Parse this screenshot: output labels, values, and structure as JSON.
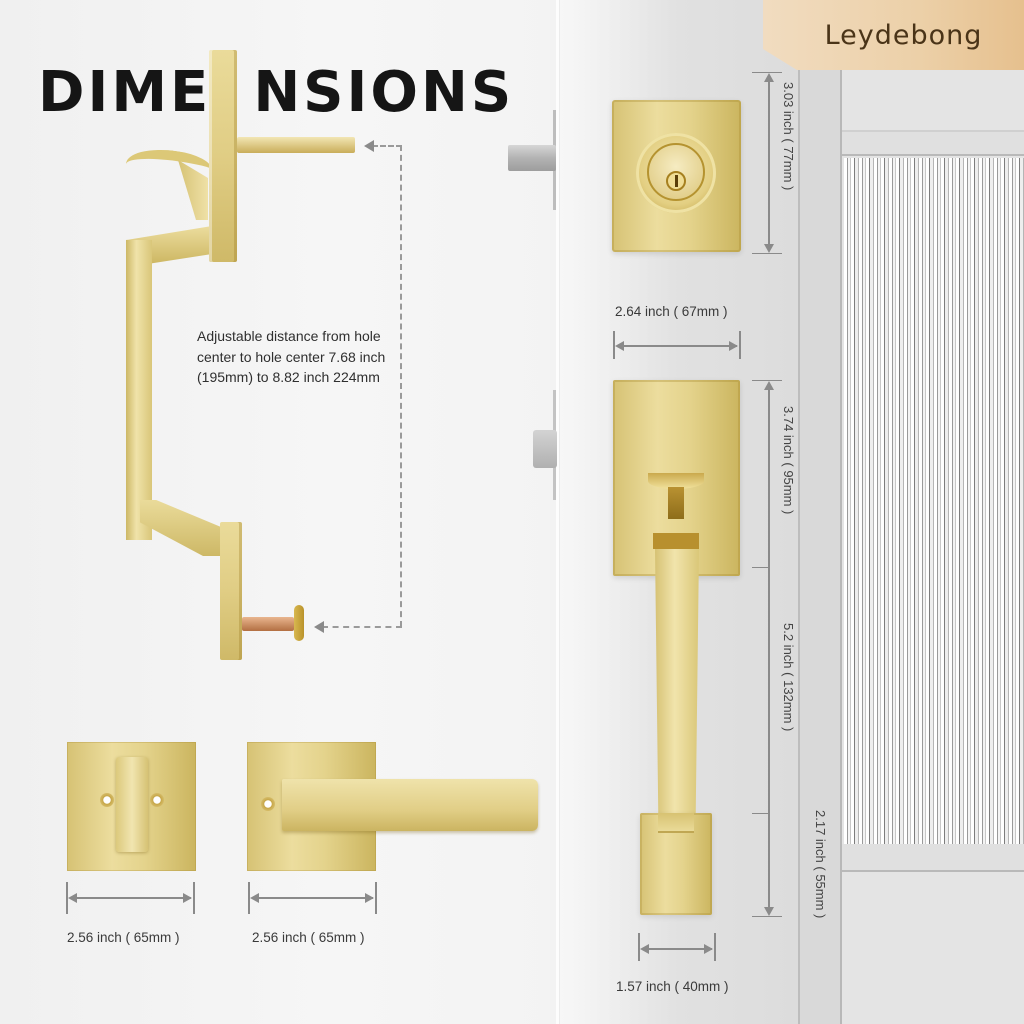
{
  "brand": {
    "name": "Leydebong",
    "banner_color": "#ecd0a8",
    "text_color": "#4a3418"
  },
  "title": {
    "part1": "DIME",
    "part2": "NSIONS"
  },
  "note": {
    "text": "Adjustable distance from hole center to hole center 7.68 inch (195mm) to 8.82 inch 224mm"
  },
  "dimensions": {
    "deadbolt_height": "3.03 inch ( 77mm )",
    "deadbolt_width": "2.64 inch ( 67mm )",
    "handle_plate_height": "3.74 inch ( 95mm )",
    "handle_grip_length": "5.2 inch ( 132mm )",
    "handle_total_right": "2.17 inch ( 55mm )",
    "handle_foot_width": "1.57 inch ( 40mm )",
    "privacy_rose_width": "2.56 inch ( 65mm )",
    "lever_rose_width": "2.56 inch ( 65mm )"
  },
  "colors": {
    "brass_light": "#efe3ab",
    "brass_mid": "#e1ce86",
    "brass_dark": "#cbb461",
    "dimension_line": "#8a8a8a",
    "title_text": "#151515"
  },
  "icons": {
    "deadbolt": "deadbolt-lock-icon",
    "handle": "handleset-icon",
    "privacy": "privacy-turn-icon",
    "lever": "lever-handle-icon"
  }
}
